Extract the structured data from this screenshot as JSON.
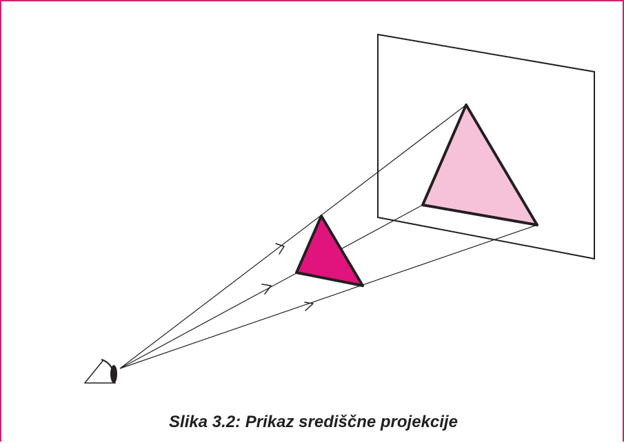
{
  "caption": "Slika 3.2: Prikaz središčne projekcije",
  "colors": {
    "frame_border": "#d2206f",
    "object_triangle_fill": "#e0147c",
    "projected_triangle_fill": "#f6c2da",
    "line": "#231f20",
    "background": "#ffffff"
  },
  "diagram": {
    "elements": [
      "eye-icon",
      "projection-plane",
      "object-triangle",
      "projected-triangle",
      "projection-rays",
      "direction-arrows"
    ]
  }
}
